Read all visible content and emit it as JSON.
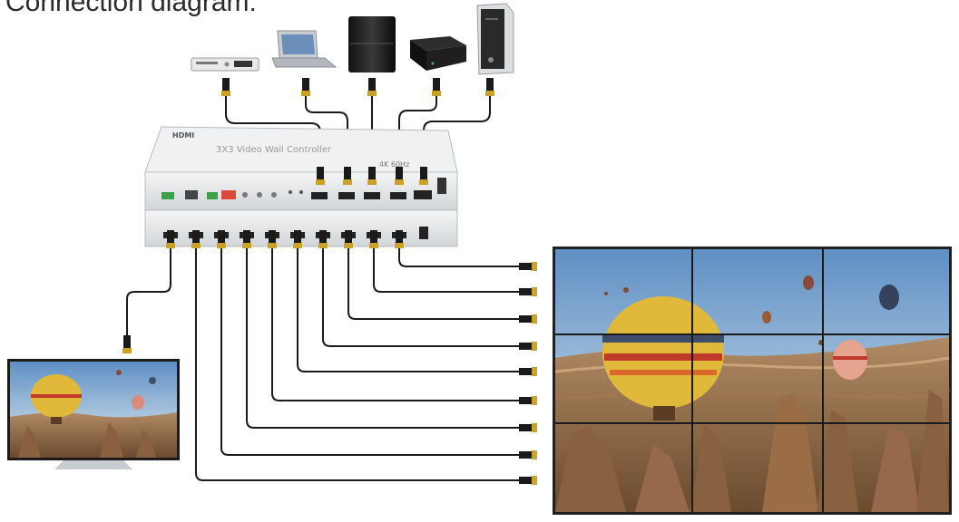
{
  "title": "Connection diagram:",
  "controller": {
    "brand": "HDMI",
    "name": "3X3 Video Wall Controller",
    "resolution": "4K 60Hz"
  },
  "sources": [
    {
      "icon": "dvd-player-icon"
    },
    {
      "icon": "laptop-icon"
    },
    {
      "icon": "game-console-icon"
    },
    {
      "icon": "set-top-box-icon"
    },
    {
      "icon": "desktop-pc-icon"
    }
  ],
  "outputs": {
    "count": 10,
    "loop_out": 1,
    "wall_links": 9
  },
  "video_wall": {
    "rows": 3,
    "cols": 3
  },
  "colors": {
    "cable": "#1a1a1a",
    "connector": "#c9a227",
    "device": "#e8eaec",
    "sky": "#6f9ccc",
    "balloon": "#e0b93a"
  }
}
